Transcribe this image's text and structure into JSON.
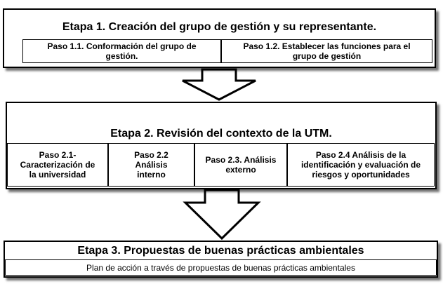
{
  "stage1": {
    "title": "Etapa 1. Creación del grupo de gestión y su representante.",
    "steps": [
      "Paso 1.1. Conformación del grupo de gestión.",
      "Paso 1.2. Establecer las funciones  para el grupo de gestión"
    ]
  },
  "stage2": {
    "title": "Etapa 2. Revisión del contexto de la UTM.",
    "steps": [
      "Paso 2.1- Caracterización de la universidad",
      "Paso 2.2 Análisis interno",
      "Paso 2.3. Análisis  externo",
      "Paso 2.4 Análisis  de la identificación y evaluación  de riesgos y oportunidades"
    ]
  },
  "stage3": {
    "title": "Etapa 3. Propuestas de buenas prácticas ambientales",
    "subtitle": "Plan de acción  a través de propuestas de buenas prácticas ambientales"
  }
}
